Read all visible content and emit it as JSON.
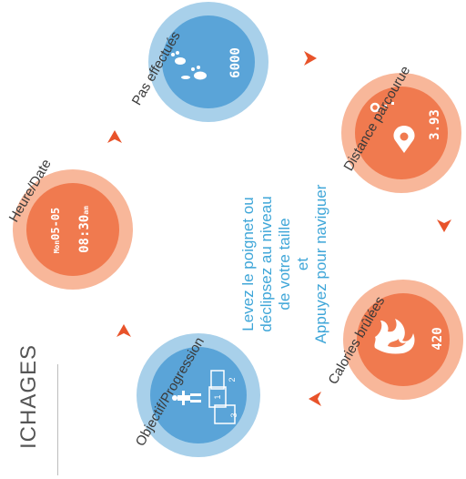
{
  "title": "ICHAGES",
  "instructions": {
    "line1": "Levez le poignet ou",
    "line2": "déclipsez au niveau",
    "line3": "de votre taille",
    "line4": "et",
    "line5": "Appuyez pour naviguer"
  },
  "screens": {
    "steps": {
      "label": "Pas effectués",
      "value": "6000"
    },
    "distance": {
      "label": "Distance parcourue",
      "value": "3.93"
    },
    "calories": {
      "label": "Calories brûlées",
      "value": "420"
    },
    "goal": {
      "label": "Objectif/Progression",
      "podium_1": "1",
      "podium_2": "2",
      "podium_3": "3"
    },
    "time": {
      "label": "Heure/Date",
      "day": "Mon",
      "date": "05-05",
      "time": "08:30",
      "ampm": "am"
    }
  },
  "colors": {
    "blue_ring": "#a8d0ea",
    "blue_core": "#5aa4d8",
    "orange_ring": "#f8b79a",
    "orange_core": "#f07a4f",
    "arrow": "#e8532a",
    "text_blue": "#3fa6d8"
  },
  "icons": [
    "footprints-icon",
    "location-pin-icon",
    "flame-icon",
    "podium-person-icon",
    "chevron-arrow-icon"
  ]
}
